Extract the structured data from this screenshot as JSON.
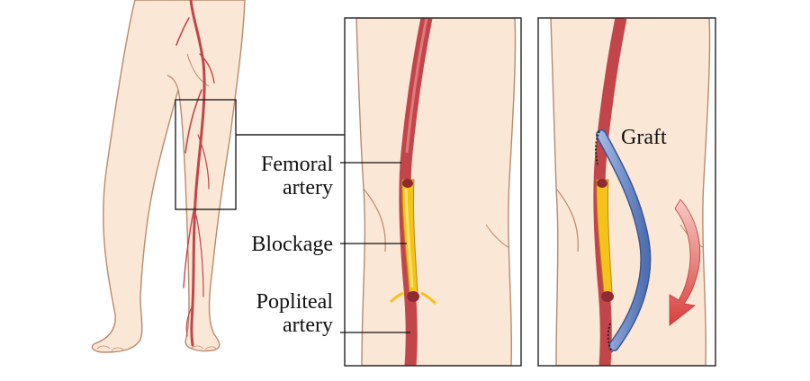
{
  "labels": {
    "femoral": [
      "Femoral",
      "artery"
    ],
    "blockage": "Blockage",
    "popliteal": [
      "Popliteal",
      "artery"
    ],
    "graft": "Graft"
  },
  "colors": {
    "skin": "#fbe7d6",
    "skin_outline": "#b98a6d",
    "artery": "#c2454a",
    "artery_dark": "#8e2a30",
    "plaque": "#f5c21a",
    "plaque_light": "#fde36a",
    "graft": "#6f8fc9",
    "graft_dark": "#3d5690",
    "arrow": "#e05a57",
    "frame": "#222222"
  }
}
